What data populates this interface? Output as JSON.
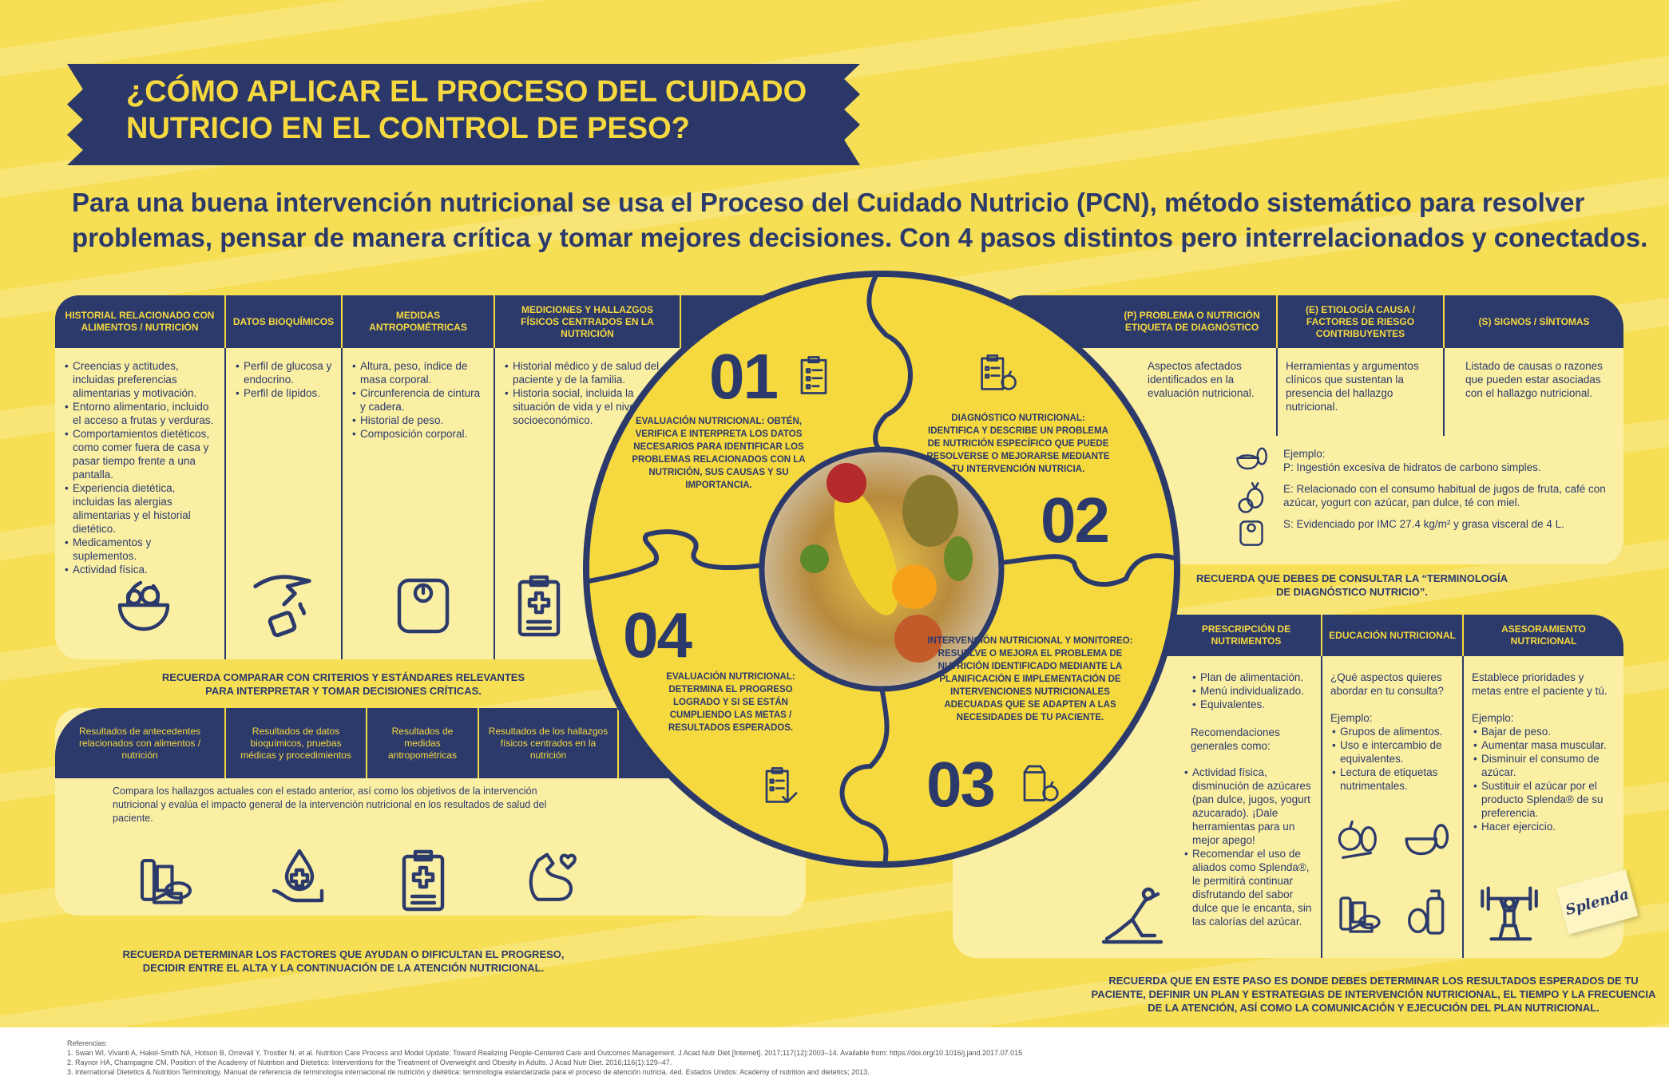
{
  "title": {
    "line1": "¿CÓMO APLICAR EL PROCESO DEL CUIDADO",
    "line2": "NUTRICIO EN EL CONTROL DE PESO?"
  },
  "intro": "Para una buena intervención nutricional se usa el Proceso del Cuidado Nutricio (PCN), método sistemático para resolver problemas, pensar de manera crítica y tomar mejores decisiones. Con 4 pasos distintos pero interrelacionados y conectados.",
  "assessment": {
    "columns": [
      {
        "header": "HISTORIAL RELACIONADO CON ALIMENTOS / NUTRICIÓN",
        "items": [
          "Creencias y actitudes, incluidas preferencias alimentarias y motivación.",
          "Entorno alimentario, incluido el acceso a frutas y verduras.",
          "Comportamientos dietéticos, como comer fuera de casa y pasar tiempo frente a una pantalla.",
          "Experiencia dietética, incluidas las alergias alimentarias y el historial dietético.",
          "Medicamentos y suplementos.",
          "Actividad física."
        ]
      },
      {
        "header": "DATOS BIOQUÍMICOS",
        "items": [
          "Perfil de glucosa y endocrino.",
          "Perfil de lípidos."
        ]
      },
      {
        "header": "MEDIDAS ANTROPOMÉTRICAS",
        "items": [
          "Altura, peso, índice de masa corporal.",
          "Circunferencia de cintura y cadera.",
          "Historial de peso.",
          "Composición corporal."
        ]
      },
      {
        "header": "MEDICIONES Y HALLAZGOS FÍSICOS CENTRADOS EN LA NUTRICIÓN",
        "items": [
          "Historial médico y de salud del paciente y de la familia.",
          "Historia social, incluida la situación de vida y el nivel socioeconómico."
        ]
      }
    ],
    "reminder": "RECUERDA COMPARAR CON CRITERIOS Y ESTÁNDARES RELEVANTES PARA INTERPRETAR Y TOMAR DECISIONES CRÍTICAS."
  },
  "steps": [
    {
      "number": "01",
      "text": "EVALUACIÓN NUTRICIONAL: OBTÉN, VERIFICA E INTERPRETA LOS DATOS NECESARIOS PARA IDENTIFICAR LOS PROBLEMAS RELACIONADOS CON LA NUTRICIÓN, SUS CAUSAS Y SU IMPORTANCIA."
    },
    {
      "number": "02",
      "text": "DIAGNÓSTICO NUTRICIONAL: IDENTIFICA Y DESCRIBE UN PROBLEMA DE NUTRICIÓN ESPECÍFICO QUE PUEDE RESOLVERSE O MEJORARSE MEDIANTE TU INTERVENCIÓN NUTRICIA."
    },
    {
      "number": "03",
      "text": "INTERVENCIÓN NUTRICIONAL Y MONITOREO: RESUELVE O MEJORA EL PROBLEMA DE NUTRICIÓN IDENTIFICADO MEDIANTE LA PLANIFICACIÓN E IMPLEMENTACIÓN DE INTERVENCIONES NUTRICIONALES ADECUADAS QUE SE ADAPTEN A LAS NECESIDADES DE TU PACIENTE."
    },
    {
      "number": "04",
      "text": "EVALUACIÓN NUTRICIONAL: DETERMINA EL PROGRESO LOGRADO Y SI SE ESTÁN CUMPLIENDO LAS METAS / RESULTADOS ESPERADOS."
    }
  ],
  "diagnosis": {
    "columns": [
      {
        "header": "(P) PROBLEMA O NUTRICIÓN ETIQUETA DE DIAGNÓSTICO",
        "body": "Aspectos afectados identificados en la evaluación nutricional."
      },
      {
        "header": "(E) ETIOLOGÍA CAUSA / FACTORES DE RIESGO CONTRIBUYENTES",
        "body": "Herramientas y argumentos clínicos que sustentan la presencia del hallazgo nutricional."
      },
      {
        "header": "(S) SIGNOS / SÍNTOMAS",
        "body": "Listado de causas o razones que pueden estar asociadas con el hallazgo nutricional."
      }
    ],
    "example": {
      "label": "Ejemplo:",
      "p": "P: Ingestión excesiva de hidratos de carbono simples.",
      "e": "E: Relacionado con el consumo habitual de jugos de fruta, café con azúcar, yogurt con azúcar, pan dulce, té con miel.",
      "s": "S: Evidenciado por IMC 27.4 kg/m² y grasa visceral de 4 L."
    },
    "reminder": "RECUERDA QUE DEBES DE CONSULTAR LA “TERMINOLOGÍA DE DIAGNÓSTICO NUTRICIO”."
  },
  "intervention": {
    "prescription": {
      "header": "PRESCRIPCIÓN DE NUTRIMENTOS",
      "items": [
        "Plan de alimentación.",
        "Menú individualizado.",
        "Equivalentes."
      ],
      "subtitle": "Recomendaciones generales como:",
      "items2": [
        "Actividad física, disminución de azúcares (pan dulce, jugos, yogurt azucarado). ¡Dale herramientas para un mejor apego!",
        "Recomendar el uso de aliados como Splenda®, le permitirá continuar disfrutando del sabor dulce que le encanta, sin las calorías del azúcar."
      ]
    },
    "education": {
      "header": "EDUCACIÓN NUTRICIONAL",
      "question": "¿Qué aspectos quieres abordar en tu consulta?",
      "example": "Ejemplo:",
      "items": [
        "Grupos de alimentos.",
        "Uso e intercambio de equivalentes.",
        "Lectura de etiquetas nutrimentales."
      ]
    },
    "counseling": {
      "header": "ASESORAMIENTO NUTRICIONAL",
      "intro": "Establece prioridades y metas entre el paciente y tú.",
      "example": "Ejemplo:",
      "items": [
        "Bajar de peso.",
        "Aumentar masa muscular.",
        "Disminuir el consumo de azúcar.",
        "Sustituir el azúcar por el producto Splenda® de su preferencia.",
        "Hacer ejercicio."
      ]
    },
    "brand": "Splenda",
    "reminder": "RECUERDA QUE EN ESTE PASO ES DONDE DEBES DETERMINAR LOS RESULTADOS ESPERADOS DE TU PACIENTE, DEFINIR UN PLAN Y ESTRATEGIAS DE INTERVENCIÓN NUTRICIONAL, EL TIEMPO Y LA FRECUENCIA DE LA ATENCIÓN, ASÍ COMO LA COMUNICACIÓN Y EJECUCIÓN DEL PLAN NUTRICIONAL."
  },
  "monitoring": {
    "headers": [
      "Resultados de antecedentes relacionados con alimentos / nutrición",
      "Resultados de datos bioquímicos, pruebas médicas y procedimientos",
      "Resultados de medidas antropométricas",
      "Resultados de los hallazgos físicos centrados en la nutrición"
    ],
    "text": "Compara los hallazgos actuales con el estado anterior, así como los objetivos de la intervención nutricional y evalúa el impacto general de la intervención nutricional en los resultados de salud del paciente.",
    "reminder": "RECUERDA DETERMINAR LOS FACTORES QUE AYUDAN O DIFICULTAN EL PROGRESO, DECIDIR ENTRE EL ALTA Y LA CONTINUACIÓN DE LA ATENCIÓN NUTRICIONAL."
  },
  "references": {
    "label": "Referencias:",
    "items": [
      "1. Swan WI, Vivanti A, Hakel-Smith NA, Hotson B, Orrevall Y, Trostler N, et al. Nutrition Care Process and Model Update: Toward Realizing People-Centered Care and Outcomes Management. J Acad Nutr Diet [Internet]. 2017;117(12):2003–14. Available from: https://doi.org/10.1016/j.jand.2017.07.015",
      "2. Raynor HA, Champagne CM. Position of the Academy of Nutrition and Dietetics: Interventions for the Treatment of Overweight and Obesity in Adults. J Acad Nutr Diet. 2016;116(1):129–47.",
      "3. International Dietetics & Nutrition Terminology. Manual de referencia de terminología internacional de nutrición y dietética: terminología estandarizada para el proceso de atención nutricia. 4ed. Estados Unidos: Academy of nutrition and dietetics; 2013."
    ]
  },
  "colors": {
    "navy": "#2b3a6b",
    "yellow": "#f6d83f",
    "panel": "#fbefa4"
  }
}
